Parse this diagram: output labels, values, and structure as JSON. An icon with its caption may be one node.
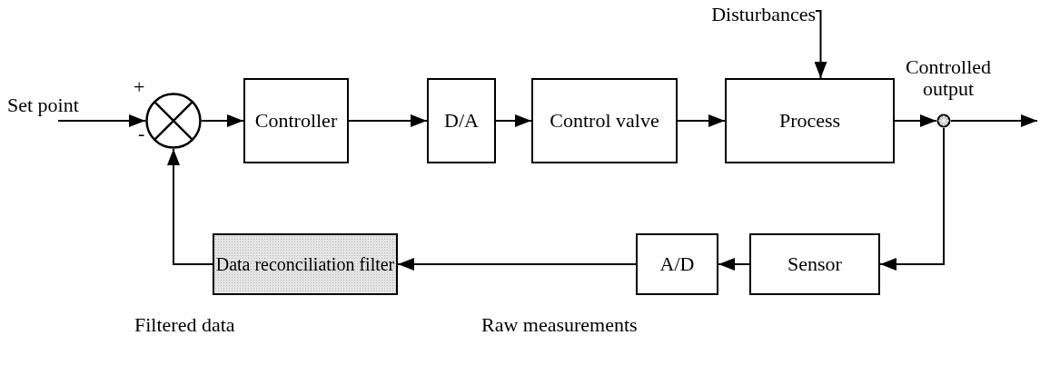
{
  "diagram": {
    "nodes": [
      {
        "text": [
          "Set point"
        ]
      },
      {
        "text": [],
        "shape": "circle"
      },
      {
        "text": [
          "Controller"
        ]
      },
      {
        "text": [
          "D/A"
        ]
      },
      {
        "text": [
          "Control valve"
        ]
      },
      {
        "text": [
          "Process"
        ]
      },
      {
        "text": [
          "Disturbances"
        ]
      },
      {
        "text": [],
        "shape": "circle",
        "beside": [
          "Controlled output"
        ]
      },
      {
        "text": [
          "Sensor"
        ]
      },
      {
        "text": [
          "A/D"
        ]
      },
      {
        "text": [
          "Data reconciliation filter"
        ]
      }
    ],
    "edges": [
      {
        "from": 0,
        "to": 1,
        "arrow": "to"
      },
      {
        "from": 1,
        "to": 2,
        "arrow": "to"
      },
      {
        "from": 2,
        "to": 3,
        "arrow": "to"
      },
      {
        "from": 3,
        "to": 4,
        "arrow": "to"
      },
      {
        "from": 4,
        "to": 5,
        "arrow": "to"
      },
      {
        "from": 6,
        "to": 5,
        "arrow": "to"
      },
      {
        "from": 5,
        "to": 7,
        "arrow": "to"
      },
      {
        "from": 7,
        "to": null,
        "arrow": "to"
      },
      {
        "from": 7,
        "to": 8,
        "arrow": "to"
      },
      {
        "from": 8,
        "to": 9,
        "arrow": "to"
      },
      {
        "from": 9,
        "to": 10,
        "arrow": "to"
      },
      {
        "from": 10,
        "to": 1,
        "arrow": "to"
      }
    ],
    "labels": [
      "+",
      "-",
      "Filtered data",
      "Raw measurements"
    ]
  }
}
